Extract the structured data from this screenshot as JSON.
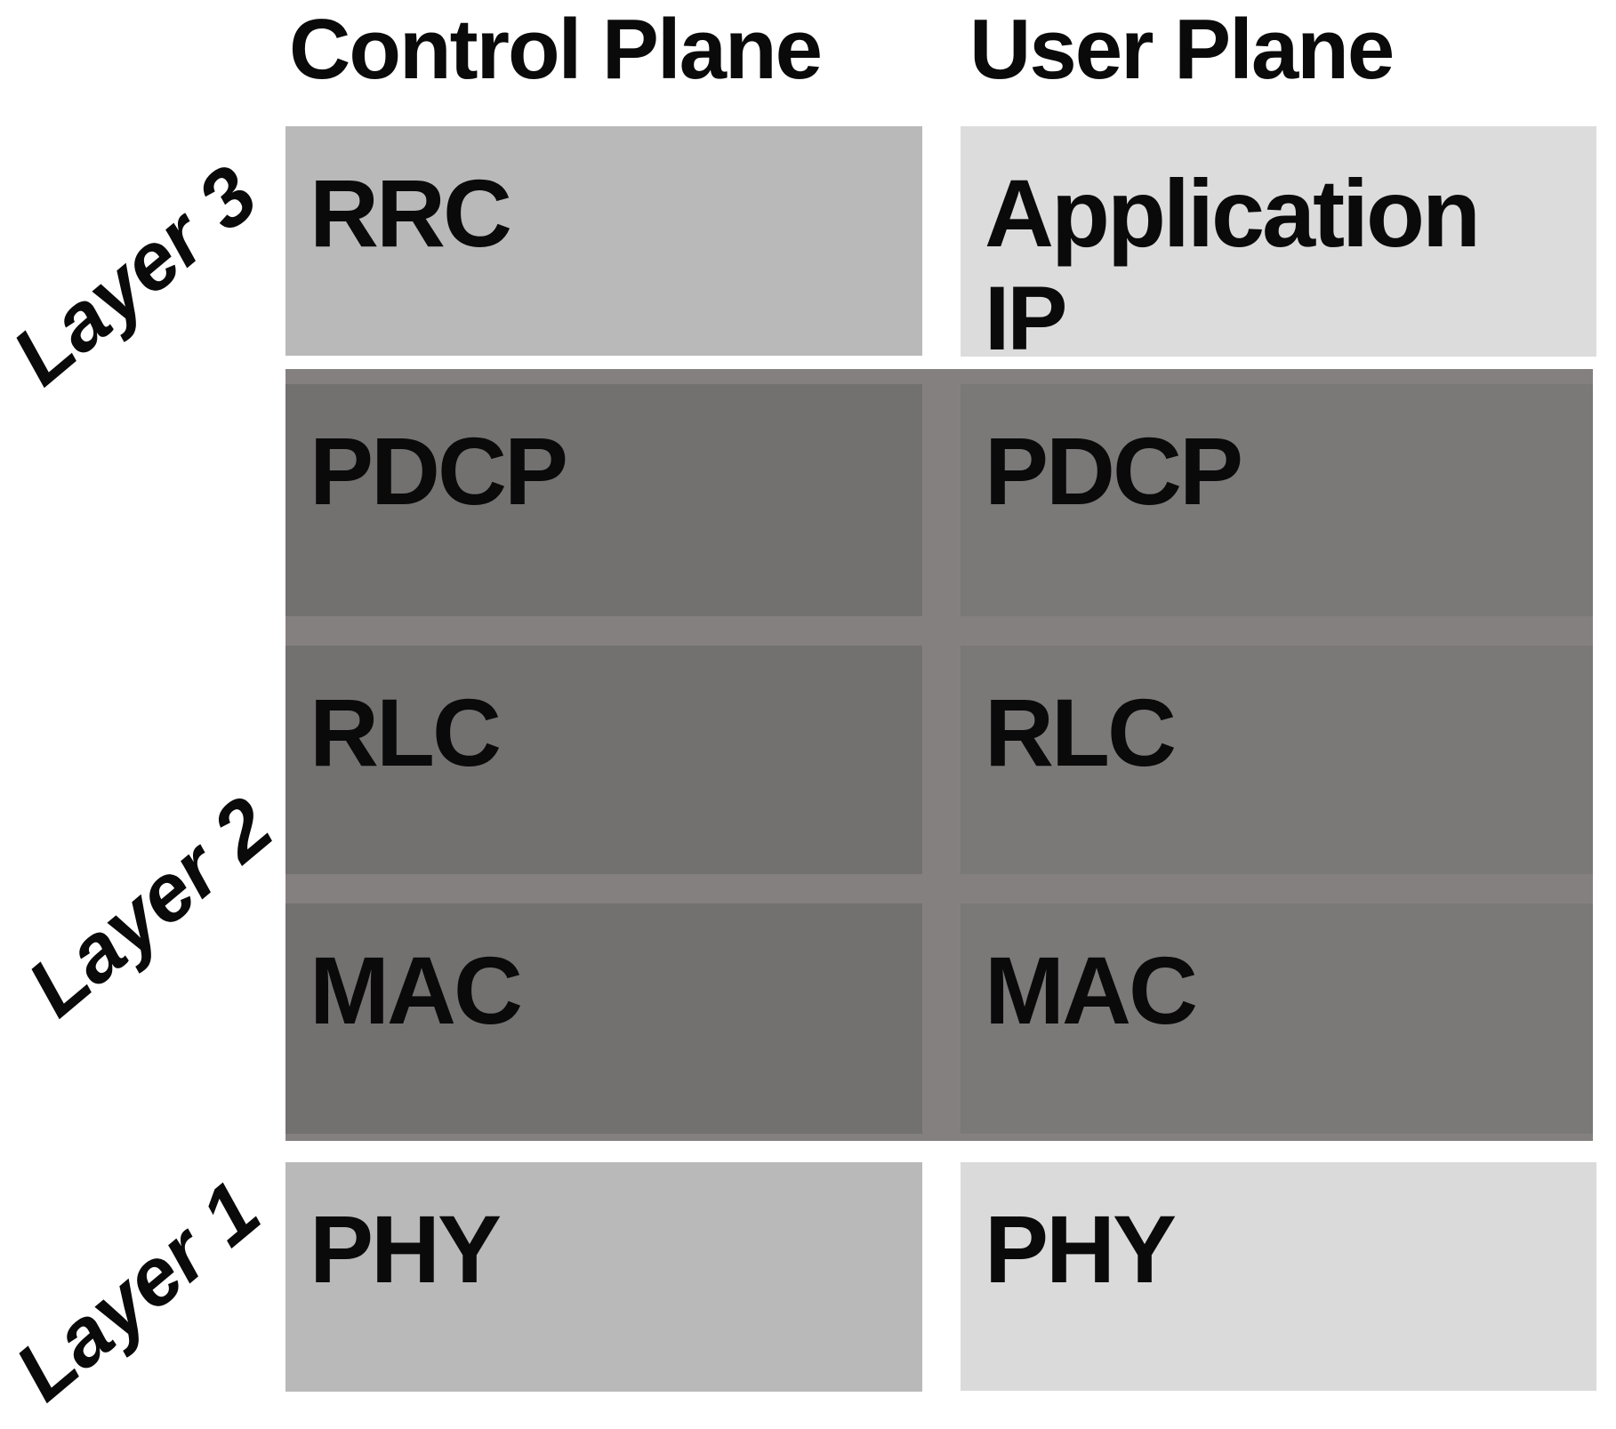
{
  "diagram": {
    "headers": {
      "control": "Control Plane",
      "user": "User Plane"
    },
    "side_labels": {
      "layer3": "Layer 3",
      "layer2": "Layer 2",
      "layer1": "Layer 1"
    },
    "boxes": {
      "rrc": "RRC",
      "app_line1": "Application",
      "app_line2": "IP",
      "pdcp_control": "PDCP",
      "pdcp_user": "PDCP",
      "rlc_control": "RLC",
      "rlc_user": "RLC",
      "mac_control": "MAC",
      "mac_user": "MAC",
      "phy_control": "PHY",
      "phy_user": "PHY"
    },
    "colors": {
      "background": "#ffffff",
      "layer3_control_box": "#b9b9b9",
      "layer3_user_box": "#dcdcdd",
      "layer2_background": "#858080",
      "layer2_control_boxes": "#737070",
      "layer2_user_boxes": "#7b7878",
      "layer1_control_box": "#b9b9b9",
      "layer1_user_box": "#dadadb",
      "text": "#0a0a0a"
    }
  }
}
